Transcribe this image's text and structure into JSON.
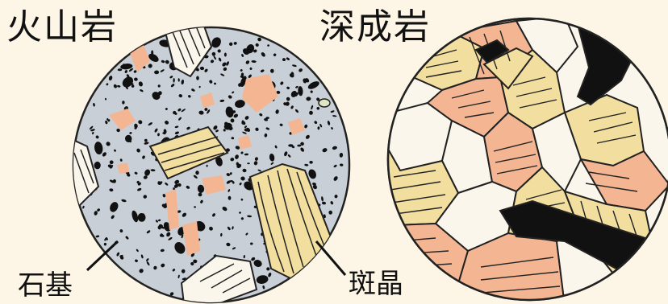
{
  "titles": {
    "volcanic": "火山岩",
    "plutonic": "深成岩"
  },
  "labels": {
    "groundmass": "石基",
    "phenocryst": "斑晶"
  },
  "colors": {
    "background": "#fdf6e6",
    "groundmass": "#c9cfd6",
    "mineral_black": "#111111",
    "feldspar_orange": "#f3b592",
    "feldspar_yellow": "#f2dfa0",
    "quartz_white": "#fbf6ec",
    "outline": "#222222"
  }
}
